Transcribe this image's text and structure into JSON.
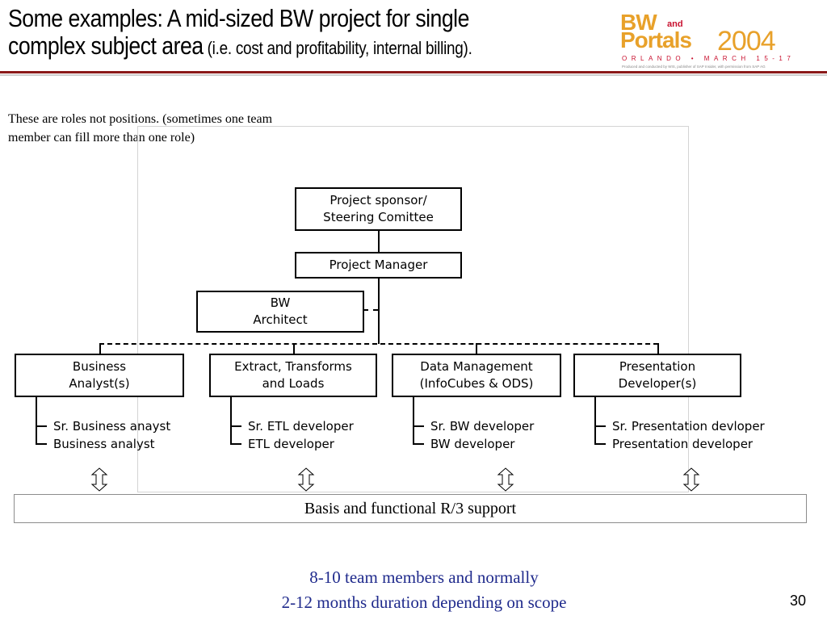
{
  "title": {
    "line1": "Some examples:  A mid-sized BW project for single",
    "line2_main": "complex subject area",
    "line2_paren": " (i.e. cost and profitability, internal billing)."
  },
  "logo": {
    "bw": "BW",
    "and": "and",
    "portals": "Portals",
    "year": "2004",
    "city": "ORLANDO • MARCH 15-17",
    "fine": "Produced and conducted by WIS, publisher of SAP Insider, with permission from SAP AG"
  },
  "note": "These are roles not positions. (sometimes one team member can fill more than one role)",
  "org": {
    "sponsor": "Project sponsor/\nSteering Comittee",
    "manager": "Project Manager",
    "architect": "BW\nArchitect",
    "teams": [
      {
        "label": "Business\nAnalyst(s)",
        "members": [
          "Sr. Business anayst",
          "Business analyst"
        ]
      },
      {
        "label": "Extract, Transforms\nand Loads",
        "members": [
          "Sr. ETL developer",
          "ETL developer"
        ]
      },
      {
        "label": "Data Management\n(InfoCubes & ODS)",
        "members": [
          "Sr. BW developer",
          "BW developer"
        ]
      },
      {
        "label": "Presentation\nDeveloper(s)",
        "members": [
          "Sr. Presentation devloper",
          "Presentation developer"
        ]
      }
    ]
  },
  "basis": "Basis and functional R/3 support",
  "footer": {
    "line1": "8-10 team members and normally",
    "line2": "2-12 months duration depending on scope"
  },
  "page_number": "30"
}
